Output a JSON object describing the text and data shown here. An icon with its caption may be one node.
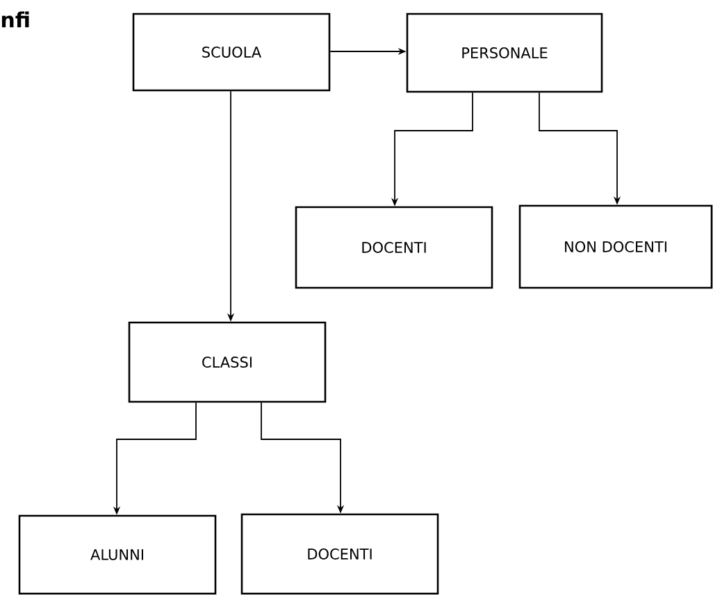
{
  "diagram": {
    "nodes": [
      {
        "text": [
          "SCUOLA"
        ]
      },
      {
        "text": [
          "PERSONALE"
        ]
      },
      {
        "text": [
          "DOCENTI"
        ]
      },
      {
        "text": [
          "NON DOCENTI"
        ]
      },
      {
        "text": [
          "CLASSI"
        ]
      },
      {
        "text": [
          "ALUNNI"
        ]
      },
      {
        "text": [
          "DOCENTI"
        ]
      }
    ],
    "edges": [
      {
        "from": 0,
        "to": 1,
        "arrow": "to"
      },
      {
        "from": 1,
        "to": 2,
        "arrow": "to"
      },
      {
        "from": 1,
        "to": 3,
        "arrow": "to"
      },
      {
        "from": 0,
        "to": 4,
        "arrow": "to"
      },
      {
        "from": 4,
        "to": 5,
        "arrow": "to"
      },
      {
        "from": 4,
        "to": 6,
        "arrow": "to"
      }
    ],
    "labels": [
      "nfi"
    ]
  }
}
